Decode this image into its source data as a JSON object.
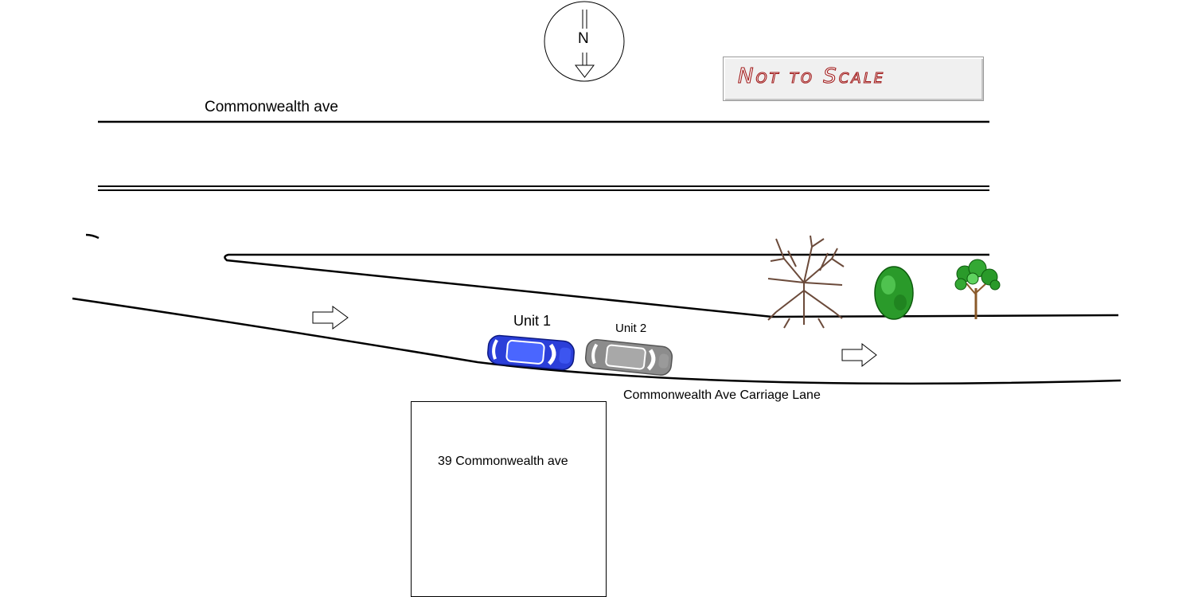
{
  "north_label": "N",
  "scale_note": "Not to Scale",
  "street_label": "Commonwealth ave",
  "lane_label": "Commonwealth Ave Carriage Lane",
  "building_label": "39 Commonwealth ave",
  "vehicles": [
    {
      "label": "Unit 1",
      "color": "#2b3fd9"
    },
    {
      "label": "Unit 2",
      "color": "#8c8c8c"
    }
  ],
  "colors": {
    "banner_text": "#a11d1d",
    "tree_green": "#2a9a2a",
    "bare_tree": "#6b4a3a"
  }
}
